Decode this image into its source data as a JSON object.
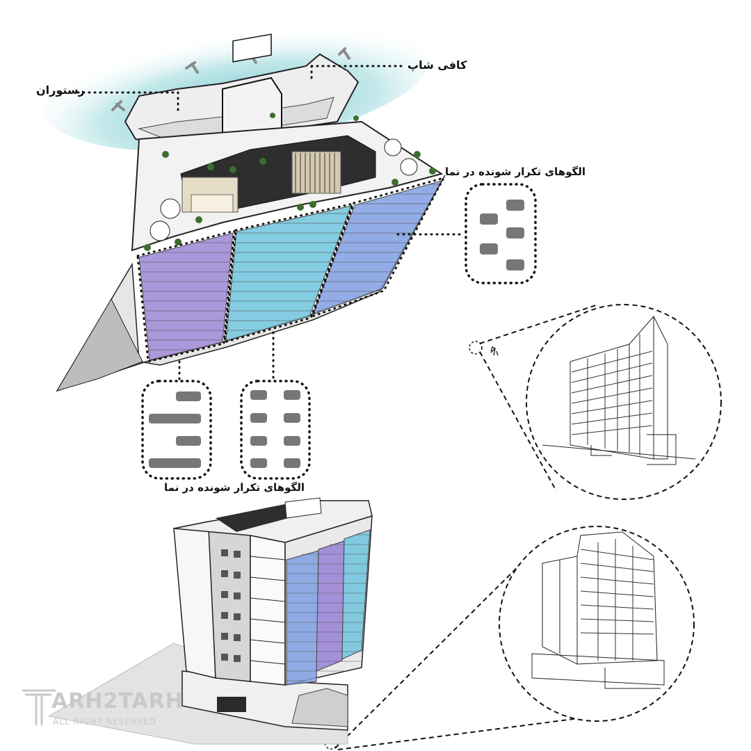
{
  "labels": {
    "cafe": "کافی شاپ",
    "restaurant": "رستوران",
    "pattern_top": "الگوهای تکرار شونده در نما",
    "pattern_bottom": "الگوهای تکرار شونده در نما"
  },
  "logo": {
    "name": "ARH2TARH",
    "tagline": "ALL RIGHT RESERVED",
    "copyright": "©"
  },
  "colors": {
    "sky_glow": "#7ecfd3",
    "facade_purple": "#9b86d4",
    "facade_cyan": "#6ec3dc",
    "facade_blue": "#7f9fe0",
    "pattern_block": "#777777",
    "roof_dark": "#2e2e2e"
  }
}
